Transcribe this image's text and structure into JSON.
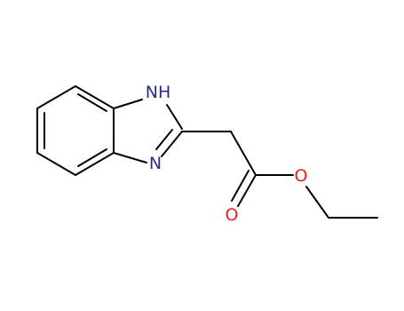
{
  "molecule": {
    "atoms": {
      "nh": {
        "label": "NH",
        "color": "#29298a"
      },
      "n": {
        "label": "N",
        "color": "#29298a"
      },
      "o_ester": {
        "label": "O",
        "color": "#e8201e"
      },
      "o_carbonyl": {
        "label": "O",
        "color": "#e8201e"
      }
    },
    "bond_color": "#000000"
  }
}
